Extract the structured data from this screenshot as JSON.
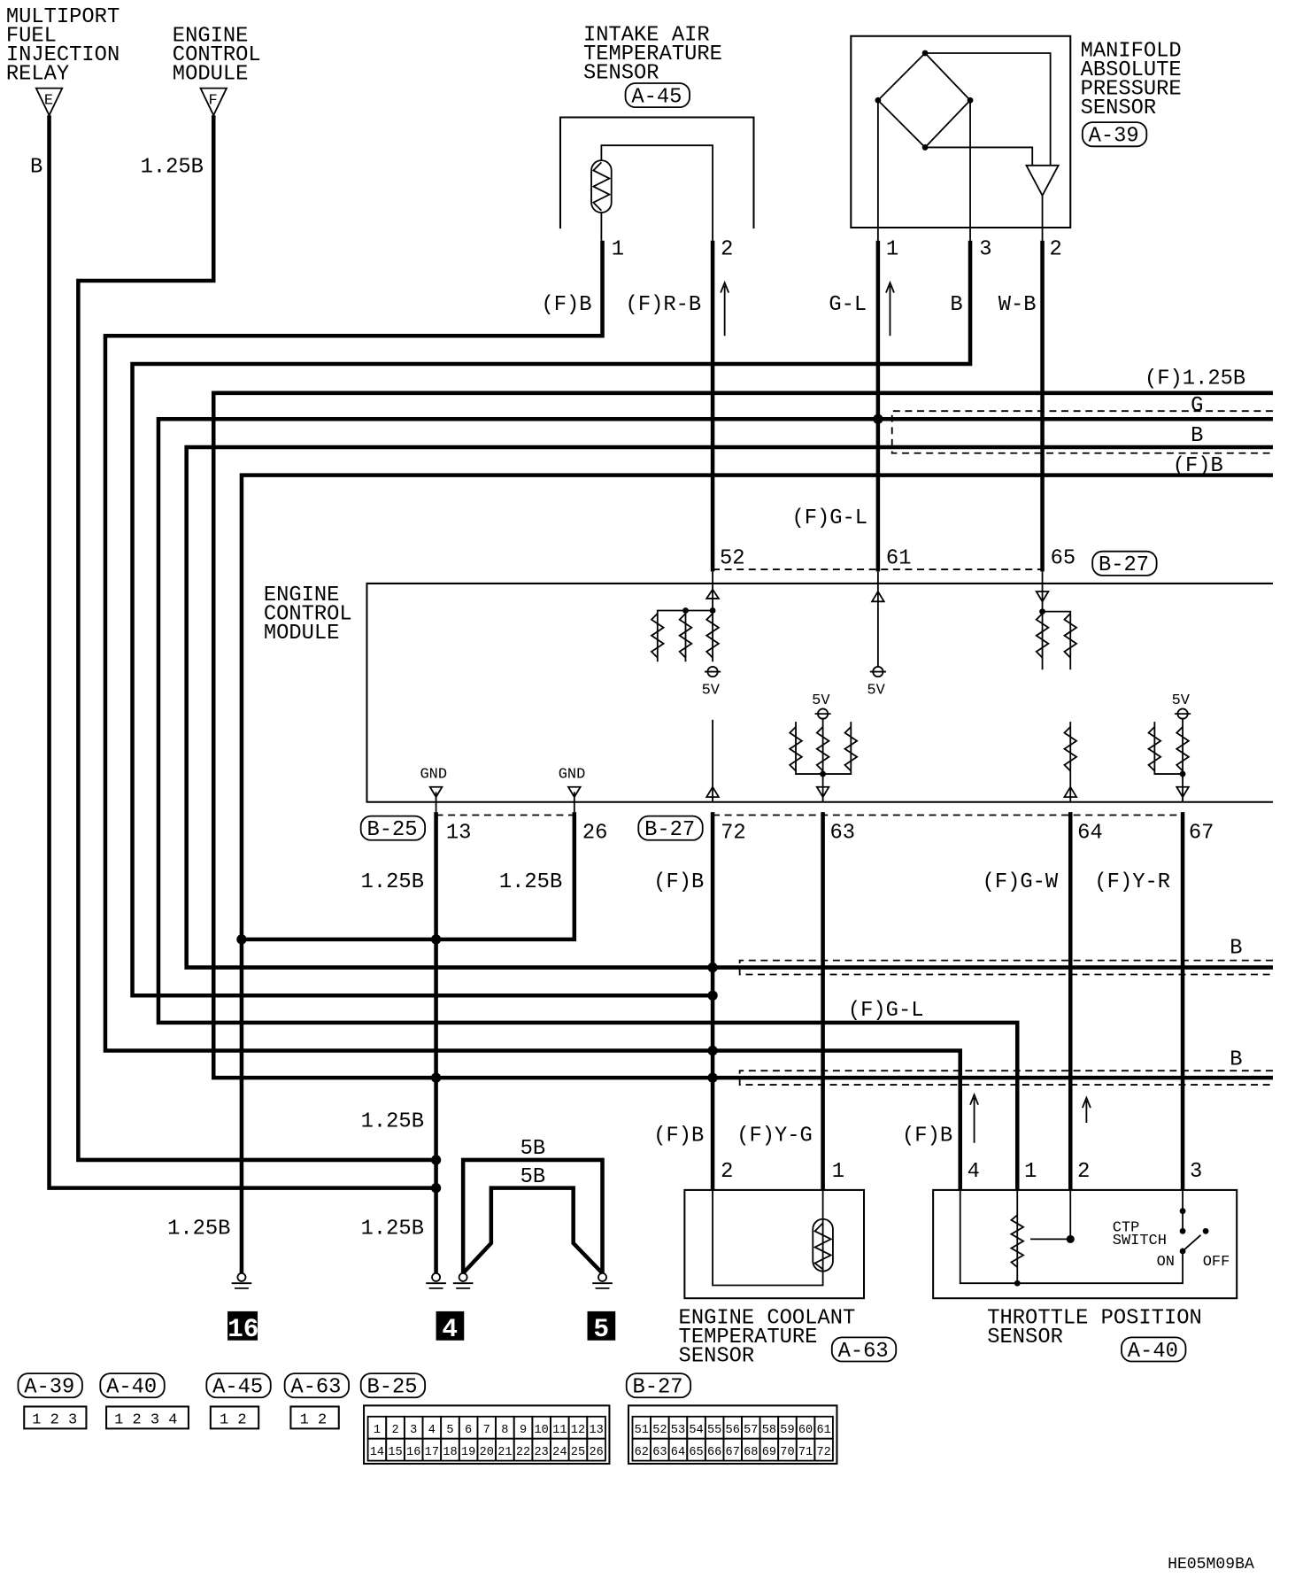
{
  "components": {
    "relay": {
      "lines": [
        "MULTIPORT",
        "FUEL",
        "INJECTION",
        "RELAY"
      ],
      "terminal": "E"
    },
    "ecm_top": {
      "lines": [
        "ENGINE",
        "CONTROL",
        "MODULE"
      ],
      "terminal": "F"
    },
    "iat": {
      "lines": [
        "INTAKE AIR",
        "TEMPERATURE",
        "SENSOR"
      ],
      "connector": "A-45",
      "pins": [
        "1",
        "2"
      ]
    },
    "map": {
      "lines": [
        "MANIFOLD",
        "ABSOLUTE",
        "PRESSURE",
        "SENSOR"
      ],
      "connector": "A-39",
      "pins": [
        "1",
        "3",
        "2"
      ]
    },
    "ecm": {
      "lines": [
        "ENGINE",
        "CONTROL",
        "MODULE"
      ],
      "gnd": "GND",
      "v5": "5V",
      "top_connector": "B-27",
      "top_pins": [
        "52",
        "61",
        "65"
      ],
      "bottom_connector_left": "B-25",
      "bottom_pins_left": [
        "13",
        "26"
      ],
      "bottom_connector_right": "B-27",
      "bottom_pins_right": [
        "72",
        "63",
        "64",
        "67"
      ]
    },
    "ect": {
      "lines": [
        "ENGINE COOLANT",
        "TEMPERATURE",
        "SENSOR"
      ],
      "connector": "A-63",
      "pins": [
        "2",
        "1"
      ]
    },
    "tps": {
      "lines": [
        "THROTTLE POSITION",
        "SENSOR"
      ],
      "connector": "A-40",
      "pins": [
        "4",
        "1",
        "2",
        "3"
      ],
      "switch_lines": [
        "CTP",
        "SWITCH"
      ],
      "on": "ON",
      "off": "OFF"
    }
  },
  "wires": {
    "relay_wire": "B",
    "ecm_f_wire": "1.25B",
    "iat1": "(F)B",
    "iat2": "(F)R-B",
    "map1": "G-L",
    "map3": "B",
    "map2": "W-B",
    "right_bus": [
      "(F)1.25B",
      "G",
      "B",
      "(F)B"
    ],
    "pin61": "(F)G-L",
    "gnd13": "1.25B",
    "gnd26": "1.25B",
    "pin72": "(F)B",
    "pin64": "(F)G-W",
    "pin67": "(F)Y-R",
    "bus_b1": "B",
    "bus_gl": "(F)G-L",
    "bus_b2": "B",
    "ground_trunk": "1.25B",
    "strap1": "5B",
    "strap2": "5B",
    "ect2": "(F)B",
    "ect1": "(F)Y-G",
    "tps4": "(F)B",
    "ground16_wire": "1.25B",
    "ground4_wire": "1.25B"
  },
  "grounds": [
    "16",
    "4",
    "5"
  ],
  "connector_views": {
    "small": [
      {
        "code": "A-39",
        "pins": [
          "1",
          "2",
          "3"
        ]
      },
      {
        "code": "A-40",
        "pins": [
          "1",
          "2",
          "3",
          "4"
        ]
      },
      {
        "code": "A-45",
        "pins": [
          "1",
          "2"
        ]
      },
      {
        "code": "A-63",
        "pins": [
          "1",
          "2"
        ]
      }
    ],
    "b25": {
      "code": "B-25",
      "row1": [
        "1",
        "2",
        "3",
        "4",
        "5",
        "6",
        "7",
        "8",
        "9",
        "10",
        "11",
        "12",
        "13"
      ],
      "row2": [
        "14",
        "15",
        "16",
        "17",
        "18",
        "19",
        "20",
        "21",
        "22",
        "23",
        "24",
        "25",
        "26"
      ]
    },
    "b27": {
      "code": "B-27",
      "row1": [
        "51",
        "52",
        "53",
        "54",
        "55",
        "56",
        "57",
        "58",
        "59",
        "60",
        "61"
      ],
      "row2": [
        "62",
        "63",
        "64",
        "65",
        "66",
        "67",
        "68",
        "69",
        "70",
        "71",
        "72"
      ]
    }
  },
  "figure_code": "HE05M09BA"
}
